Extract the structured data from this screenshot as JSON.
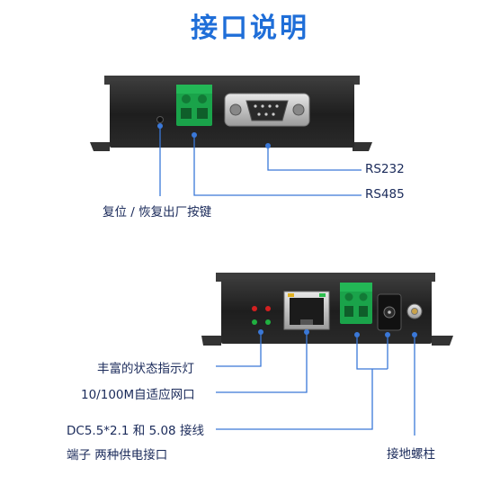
{
  "title": "接口说明",
  "front_labels": {
    "rs232": "RS232",
    "rs485": "RS485",
    "reset": "复位 / 恢复出厂按键"
  },
  "back_labels": {
    "leds": "丰富的状态指示灯",
    "ethernet": "10/100M自适应网口",
    "power_line1": "DC5.5*2.1 和 5.08 接线",
    "power_line2": "端子 两种供电接口",
    "ground": "接地螺柱"
  },
  "colors": {
    "accent": "#1f6ed8",
    "line": "#3a78d8",
    "device": "#262626",
    "terminal": "#1aa34a"
  }
}
